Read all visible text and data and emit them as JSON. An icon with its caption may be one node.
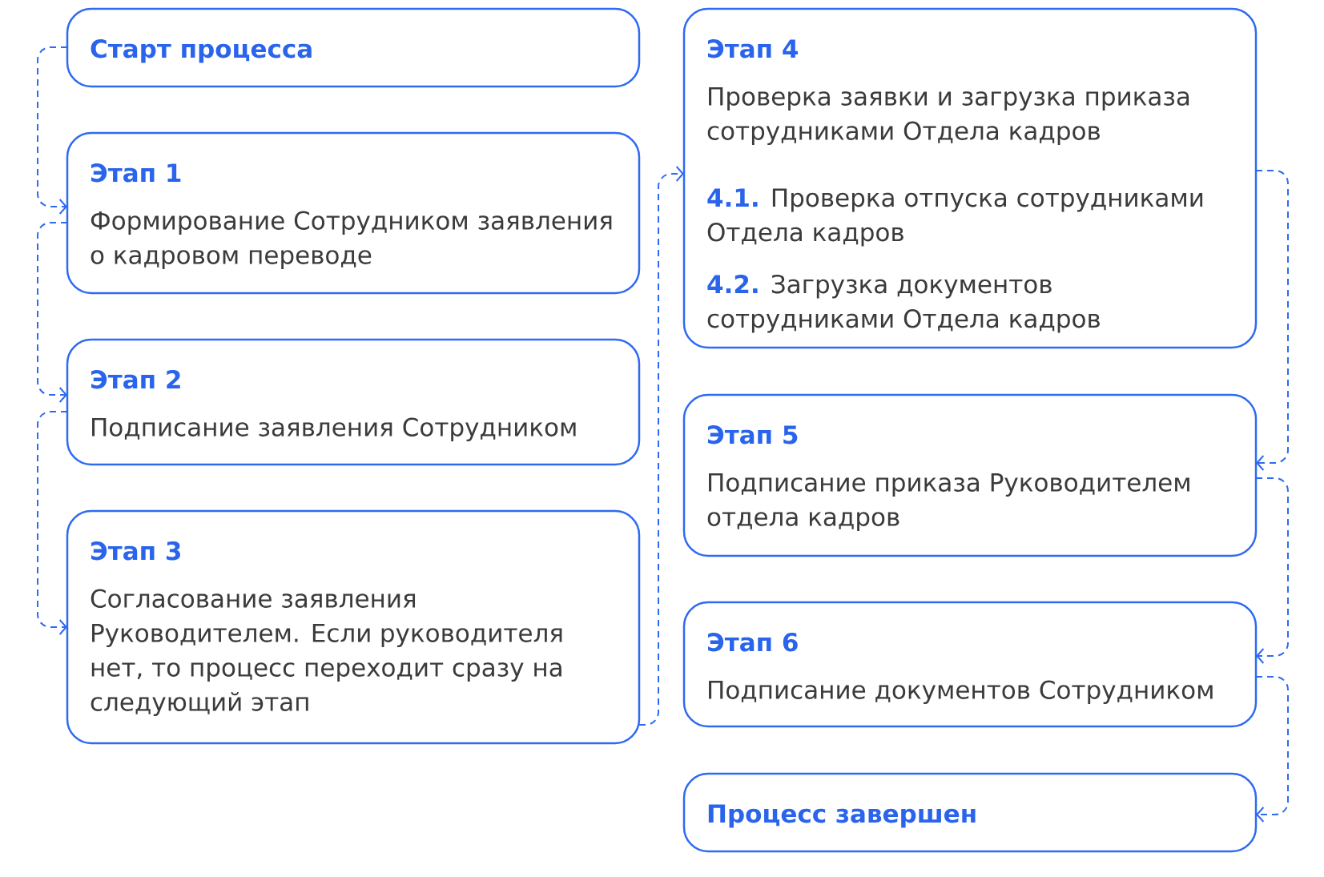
{
  "diagram": {
    "nodes": [
      {
        "text": [
          "Старт процесса"
        ]
      },
      {
        "text": [
          "Этап 1",
          "Формирование Сотрудником заявления о кадровом переводе"
        ]
      },
      {
        "text": [
          "Этап 2",
          "Подписание заявления Сотрудником"
        ]
      },
      {
        "text": [
          "Этап 3",
          "Согласование заявления Руководителем. Если руководителя нет, то процесс переходит сразу на следующий этап"
        ]
      },
      {
        "text": [
          "Этап 4",
          "Проверка заявки и загрузка приказа сотрудниками Отдела кадров",
          "**4.1.** Проверка отпуска сотрудниками Отдела кадров",
          "**4.2.** Загрузка документов сотрудниками Отдела кадров"
        ]
      },
      {
        "text": [
          "Этап 5",
          "Подписание приказа Руководителем отдела кадров"
        ]
      },
      {
        "text": [
          "Этап 6",
          "Подписание документов Сотрудником"
        ]
      },
      {
        "text": [
          "Процесс завершен"
        ]
      }
    ],
    "edges": [
      {
        "from": 0,
        "to": 1,
        "arrow": "to",
        "style": "dashed"
      },
      {
        "from": 1,
        "to": 2,
        "arrow": "to",
        "style": "dashed"
      },
      {
        "from": 2,
        "to": 3,
        "arrow": "to",
        "style": "dashed"
      },
      {
        "from": 3,
        "to": 4,
        "arrow": "to",
        "style": "dashed"
      },
      {
        "from": 4,
        "to": 5,
        "arrow": "to",
        "style": "dashed"
      },
      {
        "from": 5,
        "to": 6,
        "arrow": "to",
        "style": "dashed"
      },
      {
        "from": 6,
        "to": 7,
        "arrow": "to",
        "style": "dashed"
      }
    ]
  }
}
